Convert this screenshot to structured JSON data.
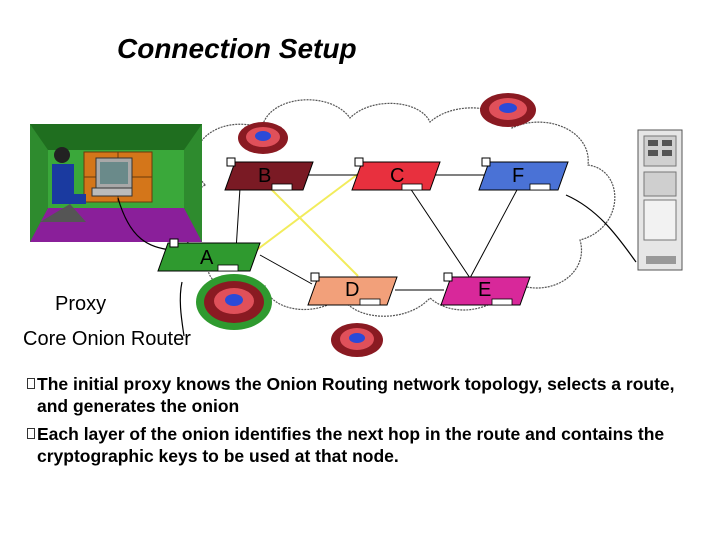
{
  "title": "Connection Setup",
  "routers": {
    "a": "A",
    "b": "B",
    "c": "C",
    "d": "D",
    "e": "E",
    "f": "F"
  },
  "labels": {
    "proxy": "Proxy",
    "core_onion_router": "Core Onion Router"
  },
  "bullets": [
    "The initial proxy knows the Onion Routing network topology, selects a route, and generates the onion",
    "Each layer of the onion identifies the next hop in the route and contains the cryptographic keys to be used at that node."
  ],
  "colors": {
    "router_a": "#2f9a2f",
    "router_b": "#7a1a24",
    "router_c": "#e8303e",
    "router_d": "#f2a07a",
    "router_e": "#d8289a",
    "router_f": "#4a72d6",
    "link_yellow": "#f2ec5c"
  }
}
